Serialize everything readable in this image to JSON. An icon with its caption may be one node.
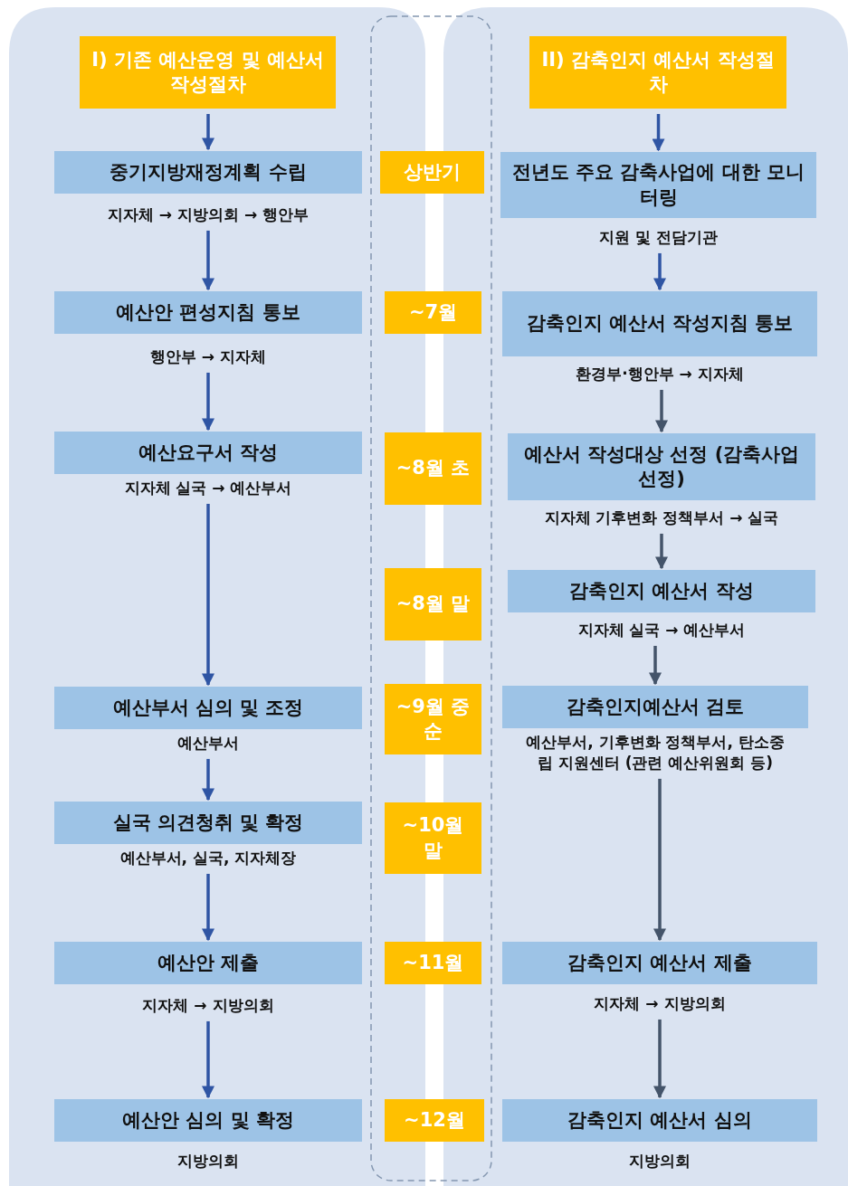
{
  "diagram": {
    "nodes": [
      {
        "text": [
          "I) 기존 예산운영 및 예산서 작성절차"
        ]
      },
      {
        "text": [
          "중기지방재정계획 수립"
        ],
        "beside": [
          "지자체 → 지방의회 → 행안부"
        ]
      },
      {
        "text": [
          "예산안 편성지침 통보"
        ],
        "beside": [
          "행안부 → 지자체"
        ]
      },
      {
        "text": [
          "예산요구서 작성"
        ],
        "beside": [
          "지자체 실국 → 예산부서"
        ]
      },
      {
        "text": [
          "예산부서 심의 및 조정"
        ],
        "beside": [
          "예산부서"
        ]
      },
      {
        "text": [
          "실국 의견청취 및 확정"
        ],
        "beside": [
          "예산부서, 실국, 지자체장"
        ]
      },
      {
        "text": [
          "예산안 제출"
        ],
        "beside": [
          "지자체 → 지방의회"
        ]
      },
      {
        "text": [
          "예산안 심의 및 확정"
        ],
        "beside": [
          "지방의회"
        ]
      },
      {
        "text": [
          "상반기"
        ]
      },
      {
        "text": [
          "~7월"
        ]
      },
      {
        "text": [
          "~8월 초"
        ]
      },
      {
        "text": [
          "~8월 말"
        ]
      },
      {
        "text": [
          "~9월 중순"
        ]
      },
      {
        "text": [
          "~10월 말"
        ]
      },
      {
        "text": [
          "~11월"
        ]
      },
      {
        "text": [
          "~12월"
        ]
      },
      {
        "text": [
          "II) 감축인지 예산서 작성절차"
        ]
      },
      {
        "text": [
          "전년도 주요 감축사업에 대한 모니터링"
        ],
        "beside": [
          "지원 및 전담기관"
        ]
      },
      {
        "text": [
          "감축인지 예산서 작성지침 통보"
        ],
        "beside": [
          "환경부·행안부 → 지자체"
        ]
      },
      {
        "text": [
          "예산서 작성대상 선정 (감축사업 선정)"
        ],
        "beside": [
          "지자체 기후변화 정책부서 → 실국"
        ]
      },
      {
        "text": [
          "감축인지 예산서 작성"
        ],
        "beside": [
          "지자체 실국 → 예산부서"
        ]
      },
      {
        "text": [
          "감축인지예산서 검토"
        ],
        "beside": [
          "예산부서, 기후변화 정책부서, 탄소중립 지원센터 (관련 예산위원회 등)"
        ]
      },
      {
        "text": [
          "감축인지 예산서 제출"
        ],
        "beside": [
          "지자체 → 지방의회"
        ]
      },
      {
        "text": [
          "감축인지 예산서 심의"
        ],
        "beside": [
          "지방의회"
        ]
      }
    ],
    "edges": [
      {
        "from": 0,
        "to": 1,
        "arrow": "to"
      },
      {
        "from": 1,
        "to": 2,
        "arrow": "to"
      },
      {
        "from": 2,
        "to": 3,
        "arrow": "to"
      },
      {
        "from": 3,
        "to": 4,
        "arrow": "to"
      },
      {
        "from": 4,
        "to": 5,
        "arrow": "to"
      },
      {
        "from": 5,
        "to": 6,
        "arrow": "to"
      },
      {
        "from": 6,
        "to": 7,
        "arrow": "to"
      },
      {
        "from": 16,
        "to": 17,
        "arrow": "to"
      },
      {
        "from": 17,
        "to": 18,
        "arrow": "to"
      },
      {
        "from": 18,
        "to": 19,
        "arrow": "to",
        "color": "#44546a"
      },
      {
        "from": 19,
        "to": 20,
        "arrow": "to",
        "color": "#44546a"
      },
      {
        "from": 20,
        "to": 21,
        "arrow": "to",
        "color": "#44546a"
      },
      {
        "from": 21,
        "to": 22,
        "arrow": "to",
        "color": "#44546a"
      },
      {
        "from": 22,
        "to": 23,
        "arrow": "to",
        "color": "#44546a"
      }
    ]
  }
}
